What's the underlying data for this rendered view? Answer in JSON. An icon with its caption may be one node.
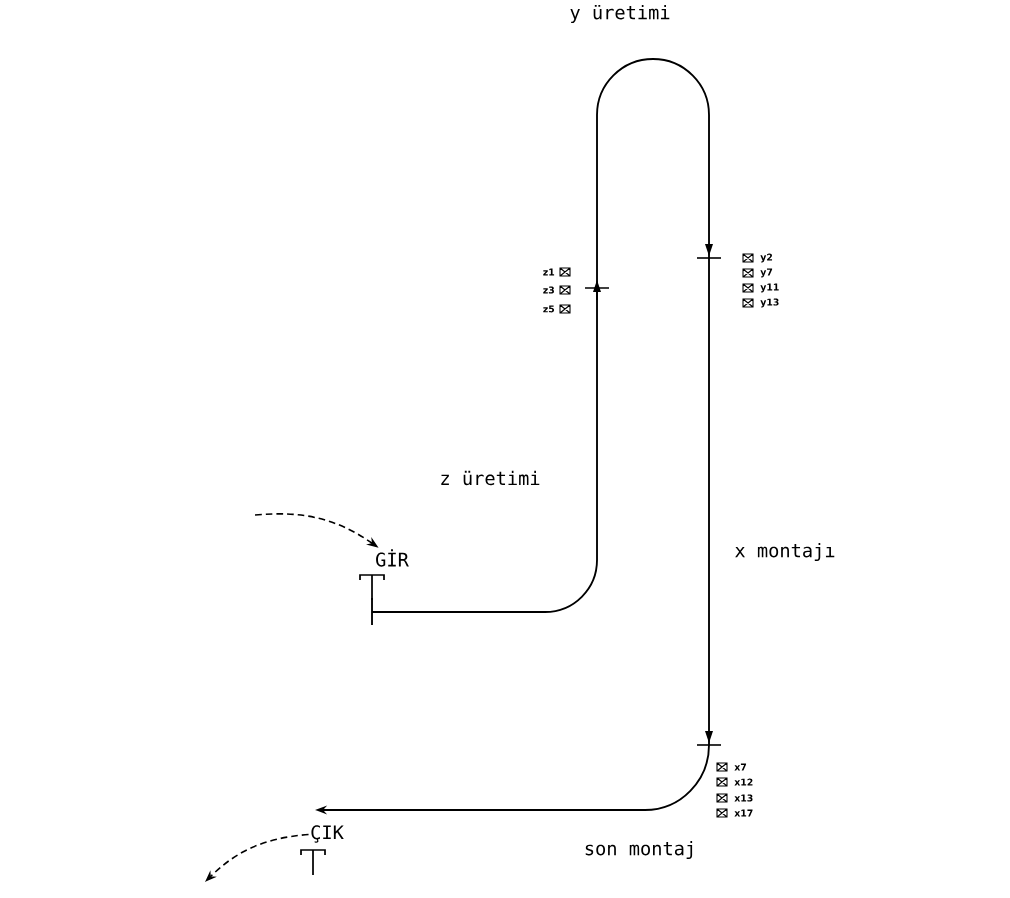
{
  "diagram": {
    "nodes": [
      {
        "text": [
          "GİR"
        ]
      },
      {
        "text": [
          "ÇIK"
        ]
      }
    ],
    "edges": [
      {
        "from": null,
        "to": 0,
        "arrow": "to",
        "style": "dashed"
      },
      {
        "from": 1,
        "to": null,
        "arrow": "to",
        "style": "dashed"
      },
      {
        "from": 0,
        "to": 1,
        "arrow": "to"
      }
    ],
    "labels": [
      "y üretimi",
      "y2",
      "y7",
      "y11",
      "y13",
      "z1",
      "z3",
      "z5",
      "z üretimi",
      "x montajı",
      "x7",
      "x12",
      "x13",
      "x17",
      "son montaj"
    ]
  }
}
